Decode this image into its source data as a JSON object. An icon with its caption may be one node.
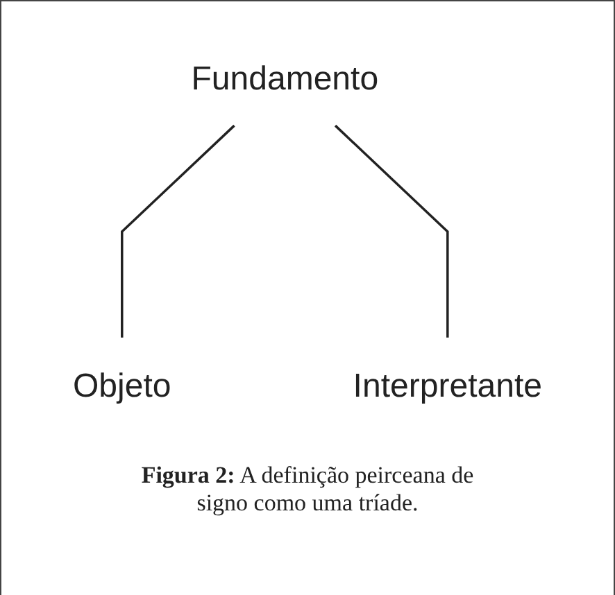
{
  "diagram": {
    "caption": "**Figura 2:** A definição peirceana de signo como uma tríade.",
    "nodes": [
      {
        "text": [
          "Fundamento"
        ]
      },
      {
        "text": [
          "Objeto"
        ]
      },
      {
        "text": [
          "Interpretante"
        ]
      }
    ],
    "edges": [
      {
        "from": 0,
        "to": 1,
        "arrow": "none"
      },
      {
        "from": 0,
        "to": 2,
        "arrow": "none"
      }
    ]
  }
}
